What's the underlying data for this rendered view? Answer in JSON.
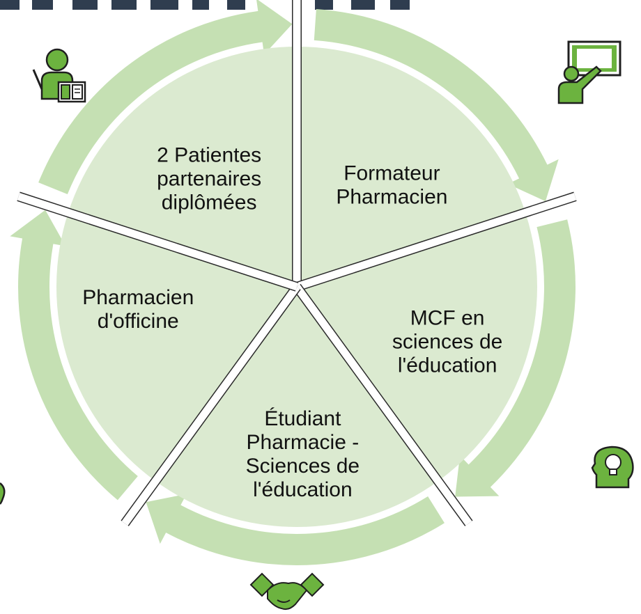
{
  "colors": {
    "ring": "#c5e0b3",
    "segment_fill": "#dbead0",
    "separator": "#ffffff",
    "icon": "#6cb33f",
    "icon_dark": "#1f1f1f",
    "title_dashes": "#2f3d4f",
    "text": "#111111"
  },
  "segments": [
    {
      "id": "patients",
      "lines": [
        "2 Patientes",
        "partenaires",
        "diplômées"
      ]
    },
    {
      "id": "formateur",
      "lines": [
        "Formateur",
        "Pharmacien"
      ]
    },
    {
      "id": "mcf",
      "lines": [
        "MCF en",
        "sciences de",
        "l'éducation"
      ]
    },
    {
      "id": "etudiant",
      "lines": [
        "Étudiant",
        "Pharmacie -",
        "Sciences de",
        "l'éducation"
      ]
    },
    {
      "id": "pharmacien",
      "lines": [
        "Pharmacien",
        "d'officine"
      ]
    }
  ],
  "icons": [
    {
      "name": "teacher-with-pointer-icon"
    },
    {
      "name": "presentation-board-icon"
    },
    {
      "name": "head-lightbulb-icon"
    },
    {
      "name": "handshake-icon"
    },
    {
      "name": "partial-circle-icon"
    }
  ]
}
